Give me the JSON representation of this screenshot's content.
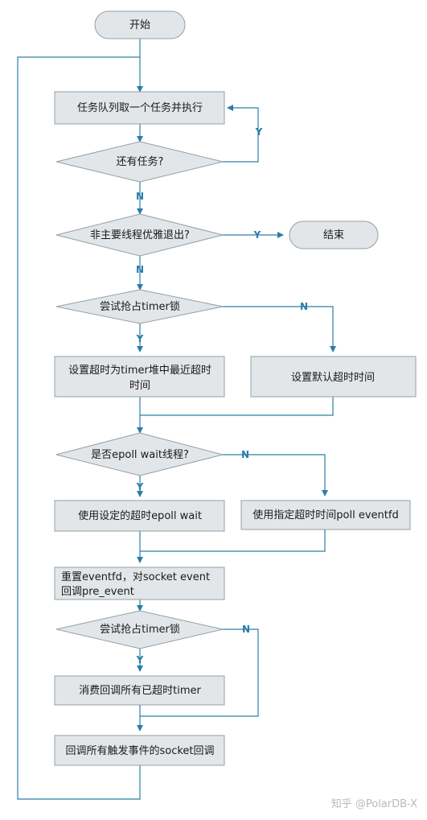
{
  "nodes": {
    "start": "开始",
    "dequeue_task": "任务队列取一个任务并执行",
    "more_tasks_q": "还有任务?",
    "non_main_exit_q": "非主要线程优雅退出?",
    "end": "结束",
    "try_timer_lock_1": "尝试抢占timer锁",
    "set_timeout_heap_1": "设置超时为timer堆中最近超时",
    "set_timeout_heap_2": "时间",
    "set_default_timeout": "设置默认超时时间",
    "is_epoll_wait_thread_q": "是否epoll wait线程?",
    "epoll_wait_with_timeout": "使用设定的超时epoll wait",
    "poll_eventfd": "使用指定超时时间poll eventfd",
    "reset_eventfd_1": "重置eventfd，对socket event",
    "reset_eventfd_2": "回调pre_event",
    "try_timer_lock_2": "尝试抢占timer锁",
    "consume_timers": "消费回调所有已超时timer",
    "socket_callbacks": "回调所有触发事件的socket回调"
  },
  "edge_labels": {
    "more_tasks_yes": "Y",
    "more_tasks_no": "N",
    "exit_yes": "Y",
    "exit_no": "N",
    "lock1_no": "N",
    "lock1_yes": "Y",
    "epoll_no": "N",
    "epoll_yes": "Y",
    "lock2_no": "N",
    "lock2_yes": "Y"
  },
  "watermark": "知乎 @PolarDB-X",
  "colors": {
    "node_fill": "#e3e6e8",
    "node_stroke": "#92a0a8",
    "edge": "#2a7ea8"
  }
}
